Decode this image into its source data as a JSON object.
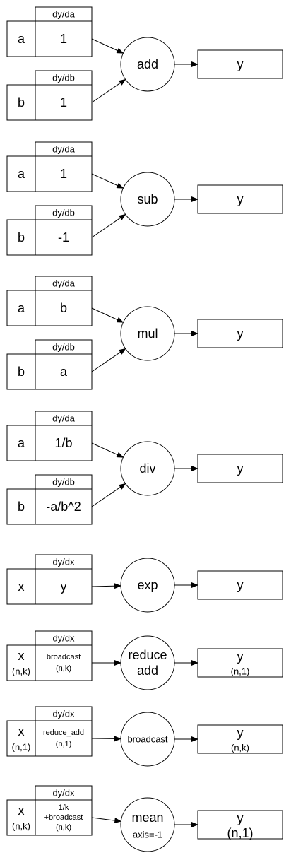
{
  "ops": [
    {
      "id": "add",
      "op": "add",
      "inputs": [
        {
          "var": "a",
          "grad_label": "dy/da",
          "grad": "1"
        },
        {
          "var": "b",
          "grad_label": "dy/db",
          "grad": "1"
        }
      ],
      "output": {
        "var": "y"
      }
    },
    {
      "id": "sub",
      "op": "sub",
      "inputs": [
        {
          "var": "a",
          "grad_label": "dy/da",
          "grad": "1"
        },
        {
          "var": "b",
          "grad_label": "dy/db",
          "grad": "-1"
        }
      ],
      "output": {
        "var": "y"
      }
    },
    {
      "id": "mul",
      "op": "mul",
      "inputs": [
        {
          "var": "a",
          "grad_label": "dy/da",
          "grad": "b"
        },
        {
          "var": "b",
          "grad_label": "dy/db",
          "grad": "a"
        }
      ],
      "output": {
        "var": "y"
      }
    },
    {
      "id": "div",
      "op": "div",
      "inputs": [
        {
          "var": "a",
          "grad_label": "dy/da",
          "grad": "1/b"
        },
        {
          "var": "b",
          "grad_label": "dy/db",
          "grad": "-a/b^2"
        }
      ],
      "output": {
        "var": "y"
      }
    },
    {
      "id": "exp",
      "op": "exp",
      "inputs": [
        {
          "var": "x",
          "grad_label": "dy/dx",
          "grad": "y"
        }
      ],
      "output": {
        "var": "y"
      }
    },
    {
      "id": "reduce-add",
      "op": "reduce\nadd",
      "inputs": [
        {
          "var": "x",
          "var_shape": "(n,k)",
          "grad_label": "dy/dx",
          "grad": "broadcast\n(n,k)"
        }
      ],
      "output": {
        "var": "y",
        "shape": "(n,1)"
      }
    },
    {
      "id": "broadcast",
      "op": "broadcast",
      "inputs": [
        {
          "var": "x",
          "var_shape": "(n,1)",
          "grad_label": "dy/dx",
          "grad": "reduce_add\n(n,1)"
        }
      ],
      "output": {
        "var": "y",
        "shape": "(n,k)"
      }
    },
    {
      "id": "mean",
      "op": "mean",
      "op_sub": "axis=-1",
      "inputs": [
        {
          "var": "x",
          "var_shape": "(n,k)",
          "grad_label": "dy/dx",
          "grad": "1/k\n+broadcast\n(n,k)"
        }
      ],
      "output": {
        "var": "y",
        "shape": "(n,1)"
      }
    }
  ]
}
